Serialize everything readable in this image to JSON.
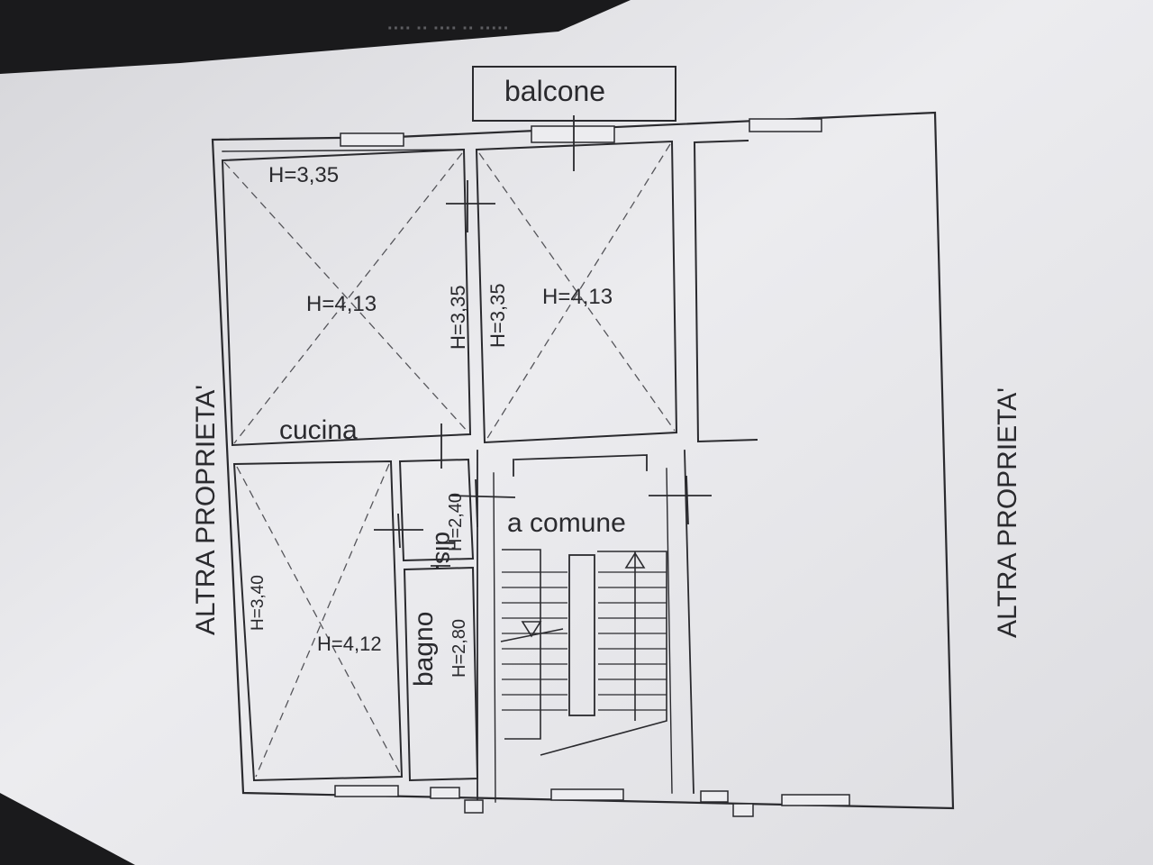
{
  "labels": {
    "balcone": "balcone",
    "cucina": "cucina",
    "comune": "a comune",
    "dis": "dis.",
    "bagno": "bagno",
    "altra_left": "ALTRA PROPRIETA'",
    "altra_right": "ALTRA PROPRIETA'",
    "h_cucina_top": "H=3,35",
    "h_cucina_center": "H=4,13",
    "h_corr_1": "H=3,35",
    "h_corr_2": "H=3,35",
    "h_room2_center": "H=4,13",
    "h_room3_side": "H=3,40",
    "h_room3_center": "H=4,12",
    "h_dis": "H=2,40",
    "h_bagno": "H=2,80"
  },
  "colors": {
    "paper": "#e4e4e8",
    "ink": "#2a2a2e",
    "dash": "#55555a",
    "bezel": "#1c1c1e"
  }
}
